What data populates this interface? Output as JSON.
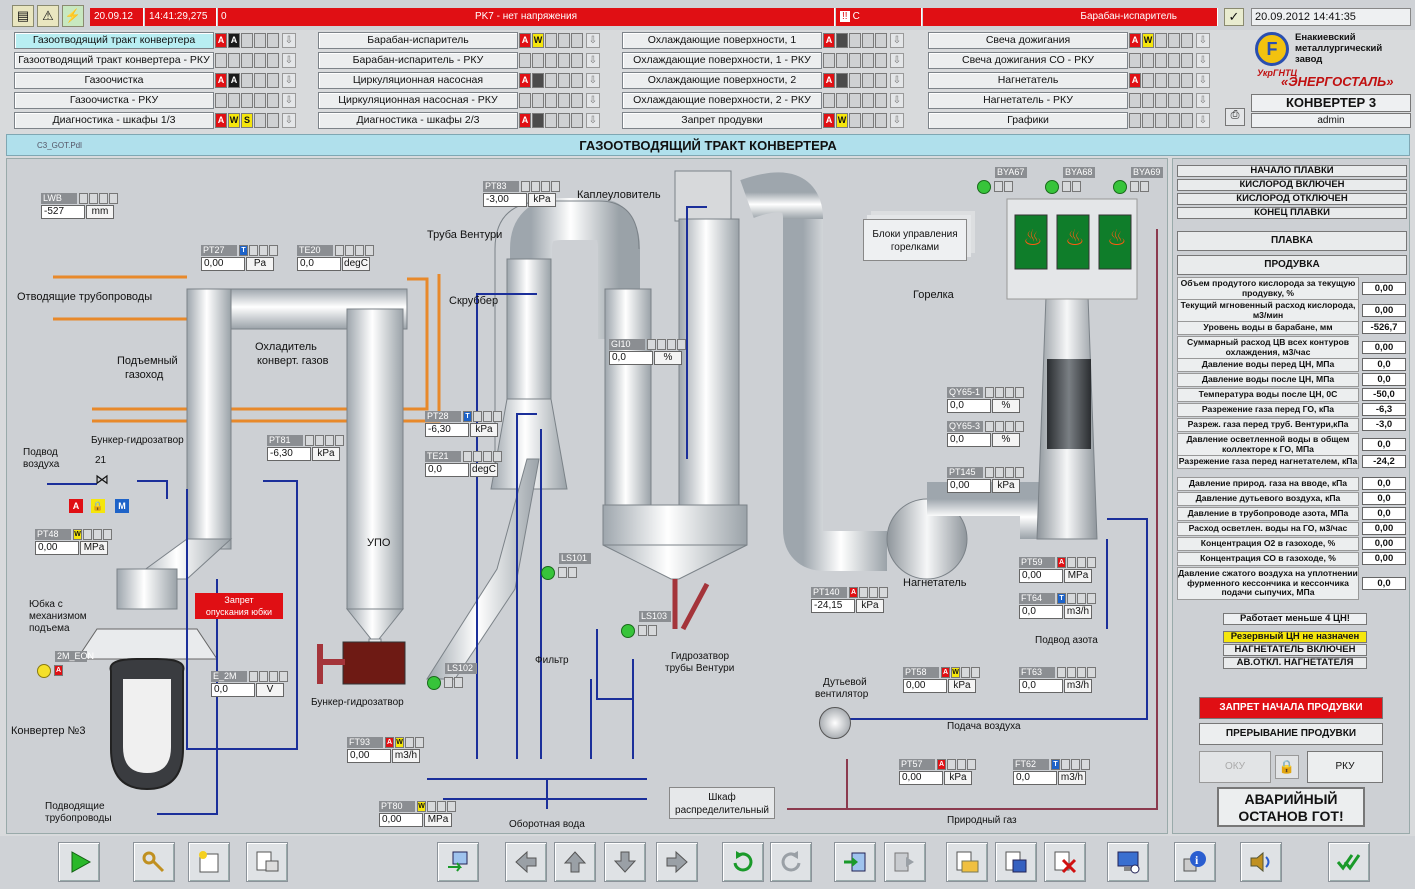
{
  "alarm_bar": {
    "date": "20.09.12",
    "time": "14:41:29,275",
    "code": "0",
    "message": "PK7 - нет напряжения",
    "alarm_code": "С",
    "location": "Барабан-испаритель",
    "clock": "20.09.2012 14:41:35"
  },
  "nav": {
    "col1": [
      {
        "label": "Газоотводящий тракт конвертера",
        "ind": [
          "A",
          "blk",
          "",
          "",
          ""
        ]
      },
      {
        "label": "Газоотводящий тракт конвертера - РКУ",
        "ind": [
          "",
          "",
          "",
          "",
          ""
        ]
      },
      {
        "label": "Газоочистка",
        "ind": [
          "A",
          "blk",
          "",
          "",
          ""
        ]
      },
      {
        "label": "Газоочистка - РКУ",
        "ind": [
          "",
          "",
          "",
          "",
          ""
        ]
      },
      {
        "label": "Диагностика - шкафы 1/3",
        "ind": [
          "A",
          "W",
          "S",
          "",
          ""
        ]
      }
    ],
    "col2": [
      {
        "label": "Барабан-испаритель",
        "ind": [
          "A",
          "W",
          "",
          "",
          ""
        ]
      },
      {
        "label": "Барабан-испаритель - РКУ",
        "ind": [
          "",
          "",
          "",
          "",
          ""
        ]
      },
      {
        "label": "Циркуляционная насосная",
        "ind": [
          "A",
          "dark",
          "",
          "",
          ""
        ]
      },
      {
        "label": "Циркуляционная насосная - РКУ",
        "ind": [
          "",
          "",
          "",
          "",
          ""
        ]
      },
      {
        "label": "Диагностика - шкафы 2/3",
        "ind": [
          "A",
          "dark",
          "",
          "",
          ""
        ]
      }
    ],
    "col3": [
      {
        "label": "Охлаждающие поверхности, 1",
        "ind": [
          "A",
          "dark",
          "",
          "",
          ""
        ]
      },
      {
        "label": "Охлаждающие поверхности, 1 - РКУ",
        "ind": [
          "",
          "",
          "",
          "",
          ""
        ]
      },
      {
        "label": "Охлаждающие поверхности, 2",
        "ind": [
          "A",
          "dark",
          "",
          "",
          ""
        ]
      },
      {
        "label": "Охлаждающие поверхности, 2 - РКУ",
        "ind": [
          "",
          "",
          "",
          "",
          ""
        ]
      },
      {
        "label": "Запрет продувки",
        "ind": [
          "A",
          "W",
          "",
          "",
          ""
        ]
      }
    ],
    "col4": [
      {
        "label": "Свеча дожигания",
        "ind": [
          "A",
          "W",
          "",
          "",
          ""
        ]
      },
      {
        "label": "Свеча дожигания СО - РКУ",
        "ind": [
          "",
          "",
          "",
          "",
          ""
        ]
      },
      {
        "label": "Нагнетатель",
        "ind": [
          "A",
          "",
          "",
          "",
          ""
        ]
      },
      {
        "label": "Нагнетатель - РКУ",
        "ind": [
          "",
          "",
          "",
          "",
          ""
        ]
      },
      {
        "label": "Графики",
        "ind": [
          "",
          "",
          "",
          "",
          ""
        ]
      }
    ]
  },
  "logo": {
    "line1": "Енакиевский",
    "line2": "металлургический",
    "line3": "завод",
    "brand1": "УкрГНТЦ",
    "brand2": "«ЭНЕРГОСТАЛЬ»",
    "unit": "КОНВЕРТЕР 3",
    "user": "admin"
  },
  "title": {
    "screen_id": "C3_GOT.Pdl",
    "text": "ГАЗООТВОДЯЩИЙ ТРАКТ КОНВЕРТЕРА"
  },
  "sensors": {
    "LWB": {
      "tag": "LWB",
      "value": "-527",
      "unit": "mm"
    },
    "PT27": {
      "tag": "PT27",
      "value": "0,00",
      "unit": "Pa"
    },
    "TE20": {
      "tag": "TE20",
      "value": "0,0",
      "unit": "degC"
    },
    "PT83": {
      "tag": "PT83",
      "value": "-3,00",
      "unit": "kPa"
    },
    "GI10": {
      "tag": "GI10",
      "value": "0,0",
      "unit": "%"
    },
    "PT28": {
      "tag": "PT28",
      "value": "-6,30",
      "unit": "kPa"
    },
    "TE21": {
      "tag": "TE21",
      "value": "0,0",
      "unit": "degC"
    },
    "PT81": {
      "tag": "PT81",
      "value": "-6,30",
      "unit": "kPa"
    },
    "PT48": {
      "tag": "PT48",
      "value": "0,00",
      "unit": "MPa"
    },
    "E2M": {
      "tag": "E_2M",
      "value": "0,0",
      "unit": "V"
    },
    "FT93": {
      "tag": "FT93",
      "value": "0,00",
      "unit": "m3/h"
    },
    "PT80": {
      "tag": "PT80",
      "value": "0,00",
      "unit": "MPa"
    },
    "QY65_1": {
      "tag": "QY65-1",
      "value": "0,0",
      "unit": "%"
    },
    "QY65_3": {
      "tag": "QY65-3",
      "value": "0,0",
      "unit": "%"
    },
    "PT145": {
      "tag": "PT145",
      "value": "0,00",
      "unit": "kPa"
    },
    "PT140": {
      "tag": "PT140",
      "value": "-24,15",
      "unit": "kPa"
    },
    "PT59": {
      "tag": "PT59",
      "value": "0,00",
      "unit": "MPa"
    },
    "FT64": {
      "tag": "FT64",
      "value": "0,0",
      "unit": "m3/h"
    },
    "PT58": {
      "tag": "PT58",
      "value": "0,00",
      "unit": "kPa"
    },
    "FT63": {
      "tag": "FT63",
      "value": "0,0",
      "unit": "m3/h"
    },
    "PT57": {
      "tag": "PT57",
      "value": "0,00",
      "unit": "kPa"
    },
    "FT62": {
      "tag": "FT62",
      "value": "0,0",
      "unit": "m3/h"
    }
  },
  "status_tags": {
    "BYA67": "BYA67",
    "BYA68": "BYA68",
    "BYA69": "BYA69",
    "LS101": "LS101",
    "LS103": "LS103",
    "LS102": "LS102",
    "EON2M": "2M_EON"
  },
  "labels": {
    "otv": "Отводящие трубопроводы",
    "podgaz_1": "Подъемный",
    "podgaz_2": "газоход",
    "ohl_1": "Охладитель",
    "ohl_2": "конверт. газов",
    "bunker": "Бункер-гидрозатвор",
    "podvod_1": "Подвод",
    "podvod_2": "воздуха",
    "num21": "21",
    "yubka_1": "Юбка с",
    "yubka_2": "механизмом",
    "yubka_3": "подъема",
    "converter": "Конвертер №3",
    "podvod_tr_1": "Подводящие",
    "podvod_tr_2": "трубопроводы",
    "upo": "УПО",
    "bunker2": "Бункер-гидрозатвор",
    "ventury": "Труба Вентури",
    "scrubber": "Скруббер",
    "kapl": "Каплеуловитель",
    "filter": "Фильтр",
    "gidro_1": "Гидрозатвор",
    "gidro_2": "трубы Вентури",
    "oborot": "Оборотная вода",
    "shkaf_1": "Шкаф",
    "shkaf_2": "распределительный",
    "prirod": "Природный газ",
    "podacha": "Подача воздуха",
    "dut_1": "Дутьевой",
    "dut_2": "вентилятор",
    "nagnet": "Нагнетатель",
    "azot": "Подвод азота",
    "gorelka": "Горелка",
    "bloki_1": "Блоки управления",
    "bloki_2": "горелками",
    "zapret_1": "Запрет",
    "zapret_2": "опускания юбки"
  },
  "right_panel": {
    "buttons": [
      "НАЧАЛО ПЛАВКИ",
      "КИСЛОРОД ВКЛЮЧЕН",
      "КИСЛОРОД ОТКЛЮЧЕН",
      "КОНЕЦ ПЛАВКИ"
    ],
    "plavka": "ПЛАВКА",
    "produvka": "ПРОДУВКА",
    "params": [
      {
        "label": "Объем продутого кислорода за текущую продувку, %",
        "value": "0,00"
      },
      {
        "label": "Текущий мгновенный расход кислорода, м3/мин",
        "value": "0,00"
      },
      {
        "label": "Уровень воды в барабане, мм",
        "value": "-526,7"
      },
      {
        "label": "Суммарный расход ЦВ всех контуров охлаждения, м3/час",
        "value": "0,00"
      },
      {
        "label": "Давление воды перед ЦН, МПа",
        "value": "0,0"
      },
      {
        "label": "Давление воды после ЦН, МПа",
        "value": "0,0"
      },
      {
        "label": "Температура воды после ЦН, 0С",
        "value": "-50,0"
      },
      {
        "label": "Разрежение газа перед ГО, кПа",
        "value": "-6,3"
      },
      {
        "label": "Разреж. газа перед труб. Вентури,кПа",
        "value": "-3,0"
      },
      {
        "label": "Давление осветленной воды в общем коллекторе к ГО, МПа",
        "value": "0,0"
      },
      {
        "label": "Разрежение газа перед нагнетателем, кПа",
        "value": "-24,2"
      },
      {
        "label": "Давление природ. газа на вводе, кПа",
        "value": "0,0"
      },
      {
        "label": "Давление дутьевого воздуха, кПа",
        "value": "0,0"
      },
      {
        "label": "Давление в трубопроводе азота, МПа",
        "value": "0,0"
      },
      {
        "label": "Расход осветлен. воды на ГО, м3/час",
        "value": "0,00"
      },
      {
        "label": "Концентрация O2 в газоходе, %",
        "value": "0,00"
      },
      {
        "label": "Концентрация СО в газоходе, %",
        "value": "0,00"
      },
      {
        "label": "Давление сжатого воздуха на уплотнении фурменного кессончика и кессончика подачи сыпучих, МПа",
        "value": "0,0"
      }
    ],
    "works_less": "Работает меньше 4 ЦН!",
    "reserve": "Резервный ЦН не назначен",
    "nagnet_on": "НАГНЕТАТЕЛЬ ВКЛЮЧЕН",
    "nagnet_off": "АВ.ОТКЛ. НАГНЕТАТЕЛЯ",
    "zapret": "ЗАПРЕТ НАЧАЛА ПРОДУВКИ",
    "prerv": "ПРЕРЫВАНИЕ ПРОДУВКИ",
    "oku": "ОКУ",
    "rku": "РКУ",
    "avar_1": "АВАРИЙНЫЙ",
    "avar_2": "ОСТАНОВ ГОТ!"
  },
  "colors": {
    "alarm_red": "#e00f14",
    "title_cyan": "#b0e0ec",
    "pipe_blue": "#1b2f9a",
    "pipe_orange": "#e8892a",
    "status_green": "#37c43a"
  }
}
